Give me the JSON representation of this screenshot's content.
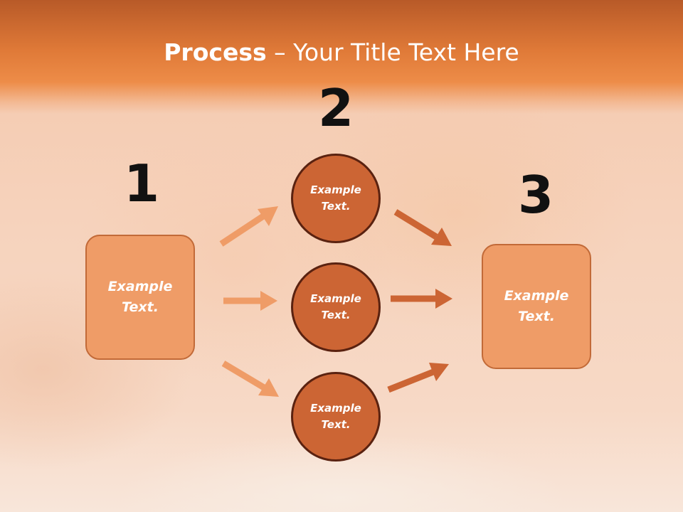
{
  "title": {
    "bold": "Process",
    "dash": " – ",
    "rest": "Your Title Text Here"
  },
  "steps": {
    "one": {
      "number": "1",
      "box_text": "Example Text."
    },
    "two": {
      "number": "2",
      "circles": [
        "Example Text.",
        "Example Text.",
        "Example Text."
      ]
    },
    "three": {
      "number": "3",
      "box_text": "Example Text."
    }
  },
  "colors": {
    "header": "#e07a38",
    "box_fill": "#ef9c67",
    "box_border": "#c26a38",
    "circle_fill": "#cc6534",
    "circle_border": "#5a2210",
    "arrow_light": "#ef9c67",
    "arrow_dark": "#cc6534"
  }
}
